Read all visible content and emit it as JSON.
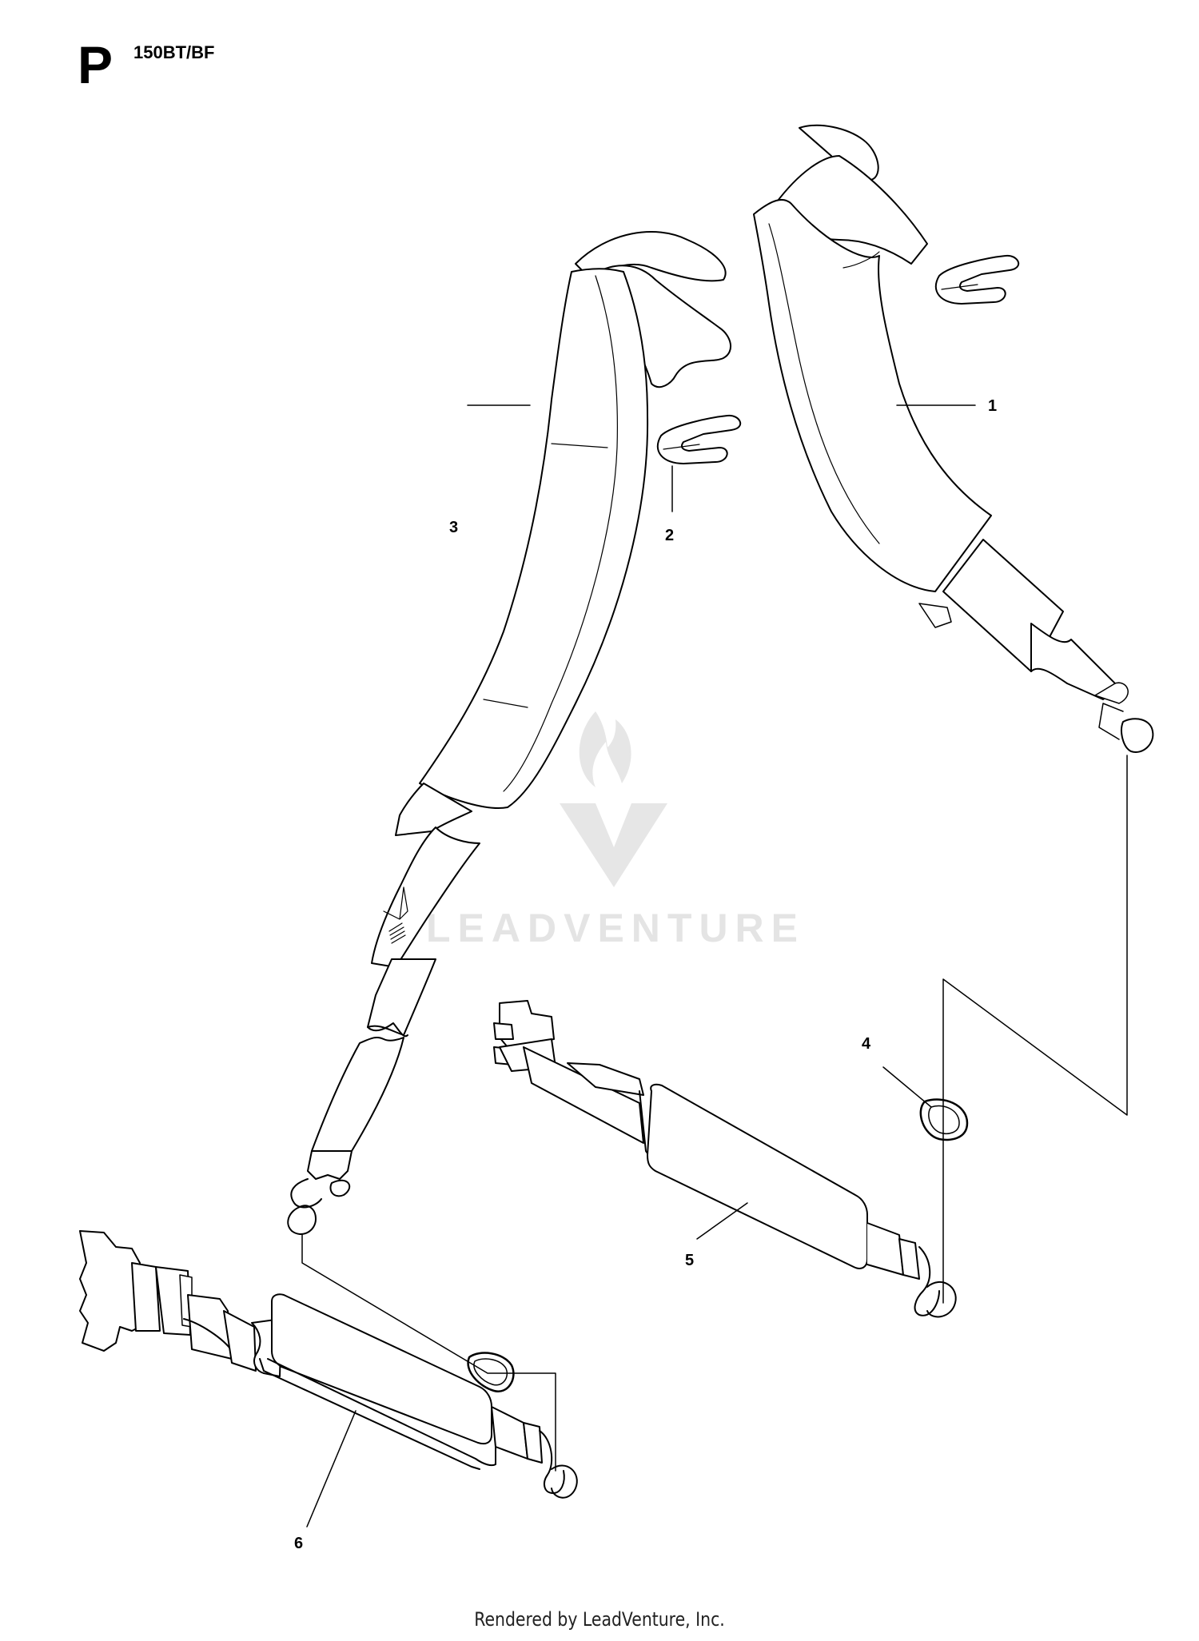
{
  "header": {
    "section": "P",
    "model": "150BT/BF"
  },
  "watermark": {
    "text": "LEADVENTURE",
    "color": "#e4e4e4"
  },
  "callouts": [
    {
      "id": "1",
      "label": "1"
    },
    {
      "id": "2",
      "label": "2"
    },
    {
      "id": "3",
      "label": "3"
    },
    {
      "id": "4",
      "label": "4"
    },
    {
      "id": "5",
      "label": "5"
    },
    {
      "id": "6",
      "label": "6"
    }
  ],
  "footer": {
    "text": "Rendered by LeadVenture, Inc."
  }
}
